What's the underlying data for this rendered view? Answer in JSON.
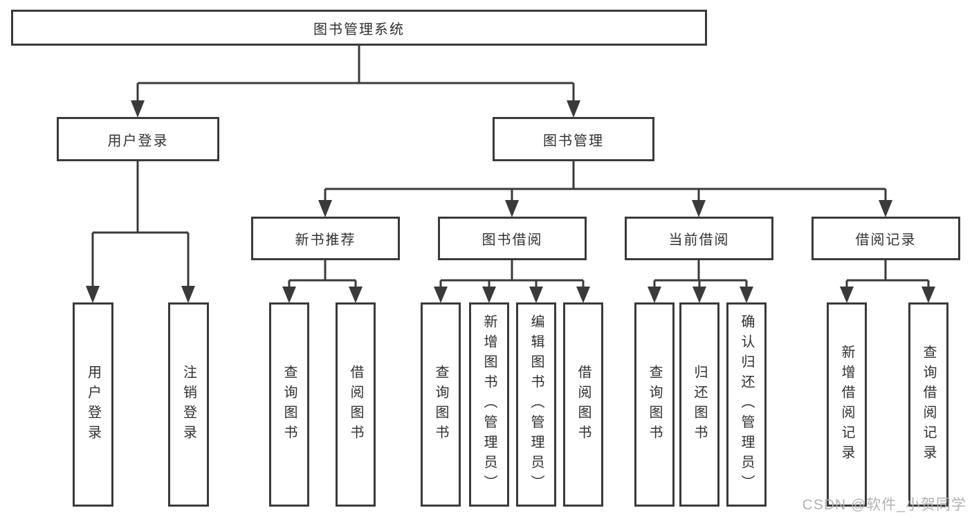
{
  "diagram": {
    "root": "图书管理系统",
    "level2": [
      "用户登录",
      "图书管理"
    ],
    "level3": [
      "新书推荐",
      "图书借阅",
      "当前借阅",
      "借阅记录"
    ],
    "leaves": {
      "user_login": [
        "用户登录",
        "注销登录"
      ],
      "new_books": [
        "查询图书",
        "借阅图书"
      ],
      "book_borrow": [
        "查询图书",
        "新增图书（管理员）",
        "编辑图书（管理员）",
        "借阅图书"
      ],
      "current_borrow": [
        "查询图书",
        "归还图书",
        "确认归还（管理员）"
      ],
      "borrow_records": [
        "新增借阅记录",
        "查询借阅记录"
      ]
    },
    "colors": {
      "line": "#3a3a3a",
      "text": "#303030",
      "watermark": "#b2b2b2",
      "background": "#ffffff"
    },
    "watermark": "CSDN @软件_小贺同学"
  }
}
